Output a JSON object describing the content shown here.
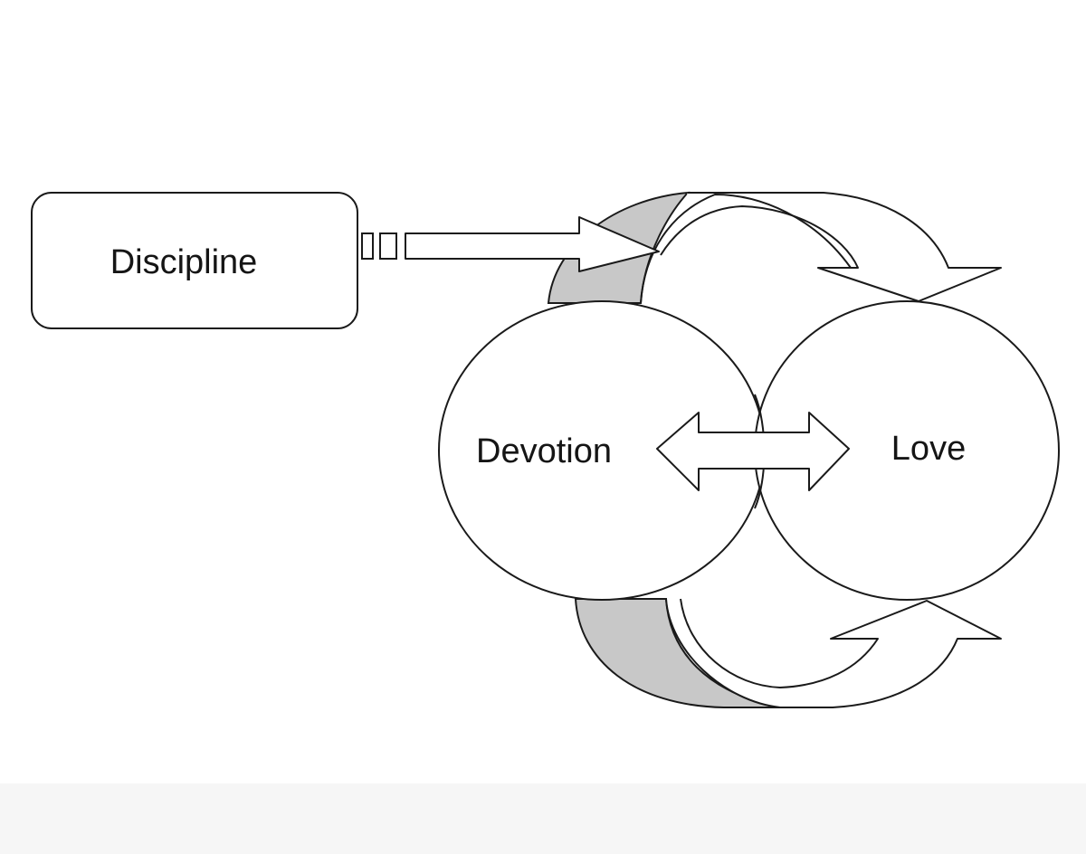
{
  "nodes": {
    "discipline": {
      "label": "Discipline"
    },
    "devotion": {
      "label": "Devotion"
    },
    "love": {
      "label": "Love"
    }
  },
  "colors": {
    "stroke": "#1a1a1a",
    "fill": "#ffffff",
    "shade": "#c8c8c8"
  }
}
